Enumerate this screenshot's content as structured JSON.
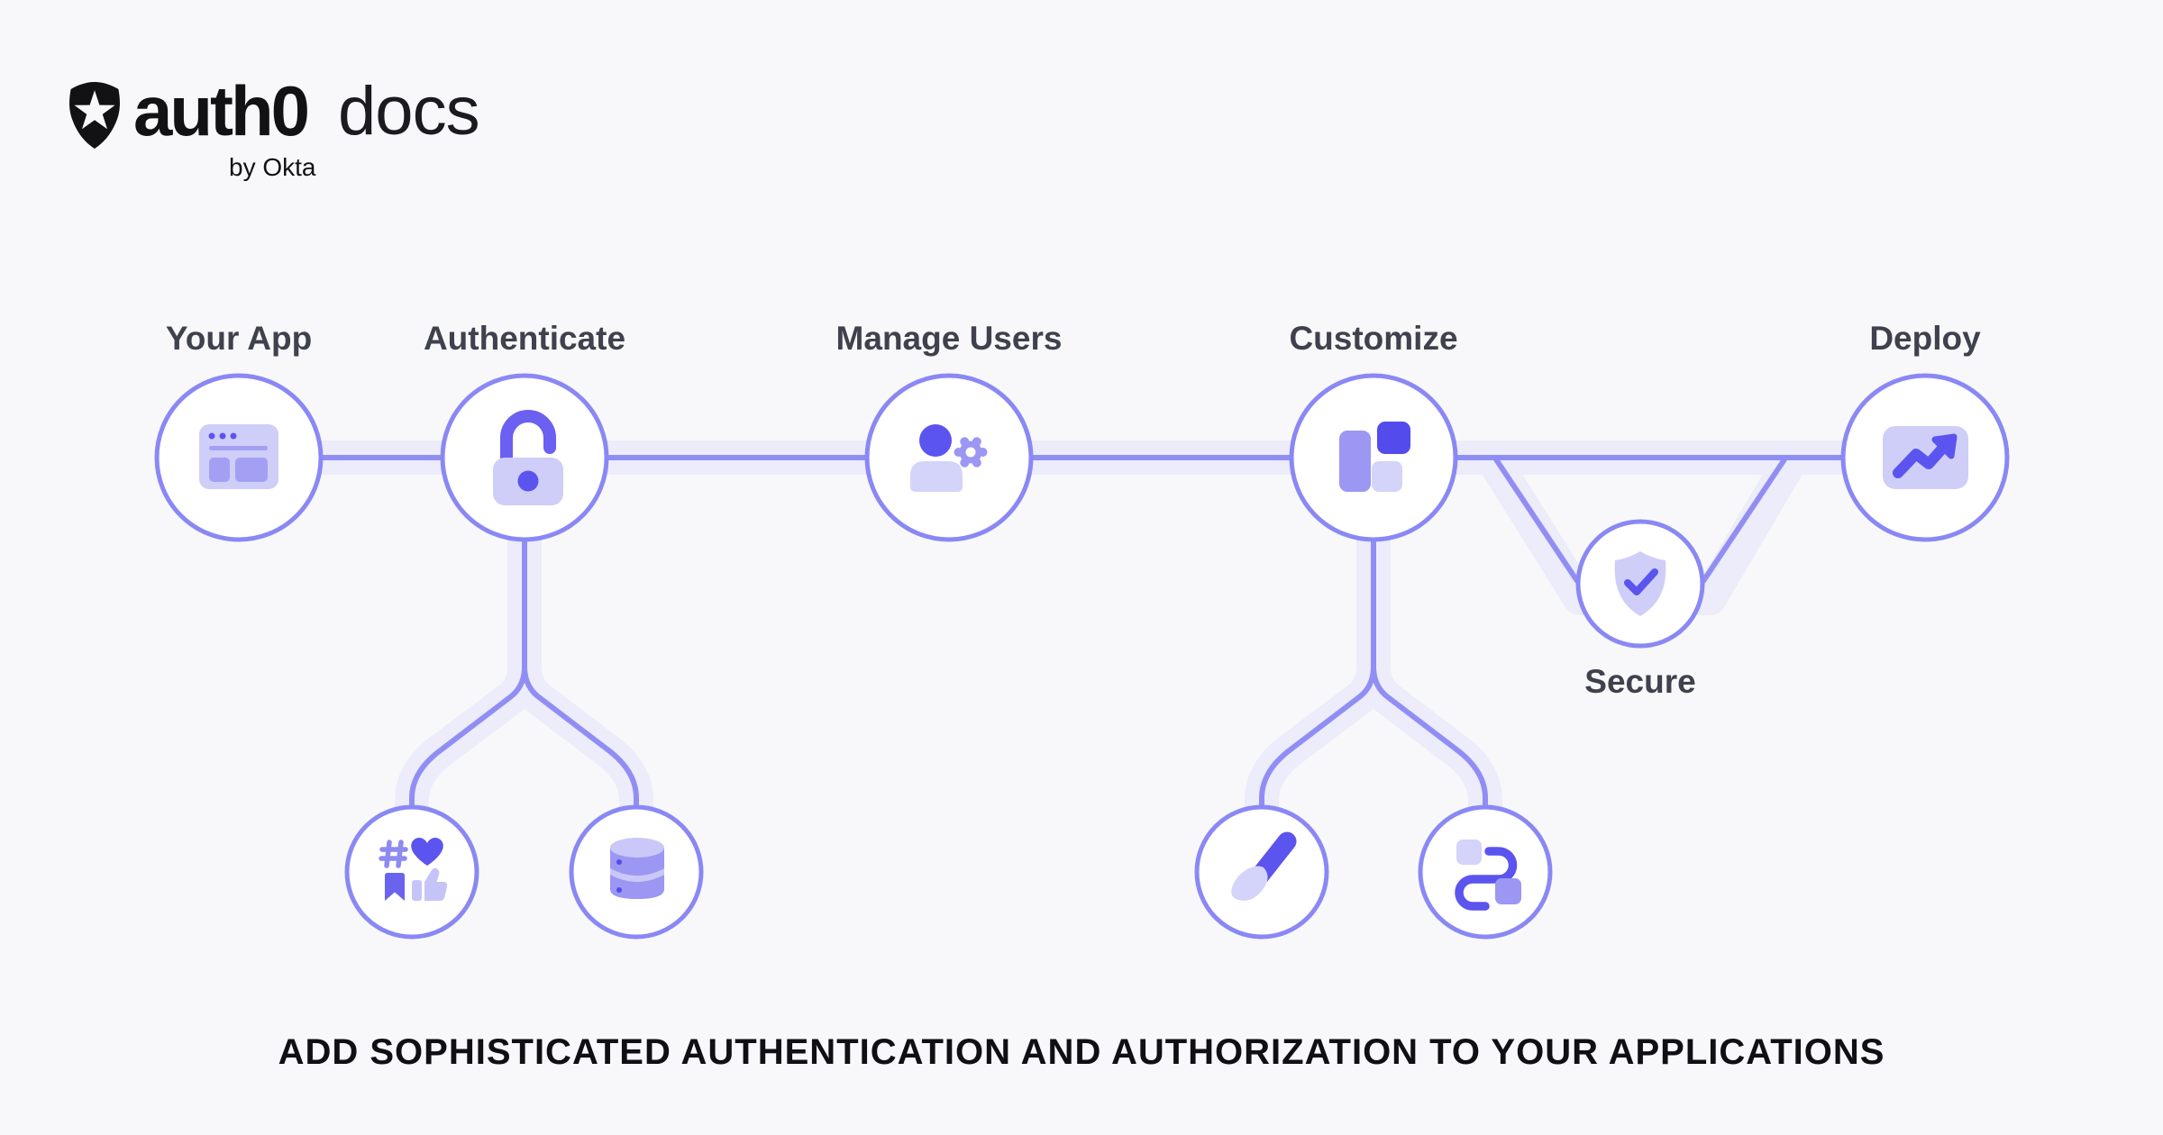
{
  "palette": {
    "background": "#F8F8FB",
    "node_stroke": "#8A88F4",
    "connector_line": "#908EF5",
    "connector_band": "#ECECFA",
    "indigo_dark": "#5B54EE",
    "indigo_accent": "#544BEC",
    "indigo_medium": "#9B97F3",
    "lavender_light": "#CFCEF8",
    "lavender_pale": "#D4D3F9",
    "label_text": "#3F414C",
    "headline_text": "#101014",
    "logo_text": "#121214"
  },
  "header": {
    "logo": {
      "brand": "auth0",
      "product": "docs",
      "byline": "by Okta"
    }
  },
  "diagram": {
    "nodes": [
      {
        "id": "your-app",
        "label": "Your App",
        "icon": "browser-window-icon"
      },
      {
        "id": "authenticate",
        "label": "Authenticate",
        "icon": "open-padlock-icon"
      },
      {
        "id": "manage-users",
        "label": "Manage Users",
        "icon": "user-gear-icon"
      },
      {
        "id": "customize",
        "label": "Customize",
        "icon": "layout-blocks-icon"
      },
      {
        "id": "secure",
        "label": "Secure",
        "icon": "shield-check-icon"
      },
      {
        "id": "deploy",
        "label": "Deploy",
        "icon": "trend-arrow-icon"
      }
    ],
    "branches": {
      "authenticate": [
        "social-connections-icon",
        "database-icon"
      ],
      "customize": [
        "paintbrush-icon",
        "actions-flow-icon"
      ]
    }
  },
  "headline": {
    "text": "ADD SOPHISTICATED AUTHENTICATION AND AUTHORIZATION TO YOUR APPLICATIONS"
  }
}
